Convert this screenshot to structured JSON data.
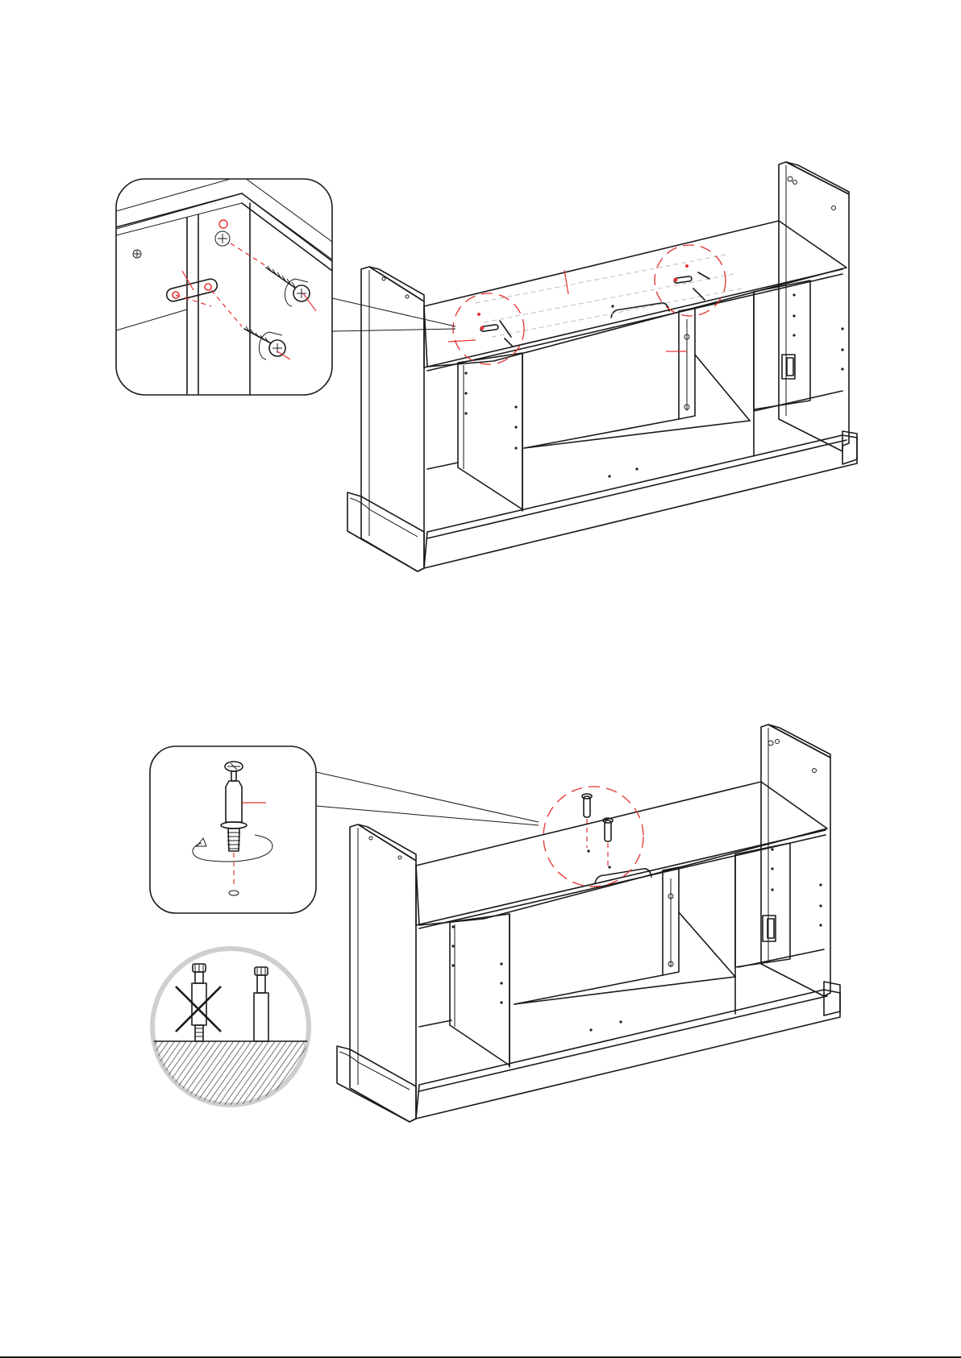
{
  "colors": {
    "line": "#1a1a1a",
    "accent": "#e53030",
    "hatch": "#3a3a3a",
    "inset_ring": "#cfcfcf"
  },
  "steps": [
    {
      "id": "step-a",
      "figure": "cabinet-with-top-panel",
      "callout": "screw-into-bracket-detail",
      "icons": [
        "screw-icon",
        "bracket-icon",
        "rotate-arrow-icon"
      ]
    },
    {
      "id": "step-b",
      "figure": "cabinet-with-top-panel",
      "callout": "cam-bolt-insert-detail",
      "icons": [
        "cam-bolt-icon",
        "rotate-arrow-icon",
        "wrong-depth-cross-icon",
        "correct-depth-icon"
      ]
    }
  ]
}
